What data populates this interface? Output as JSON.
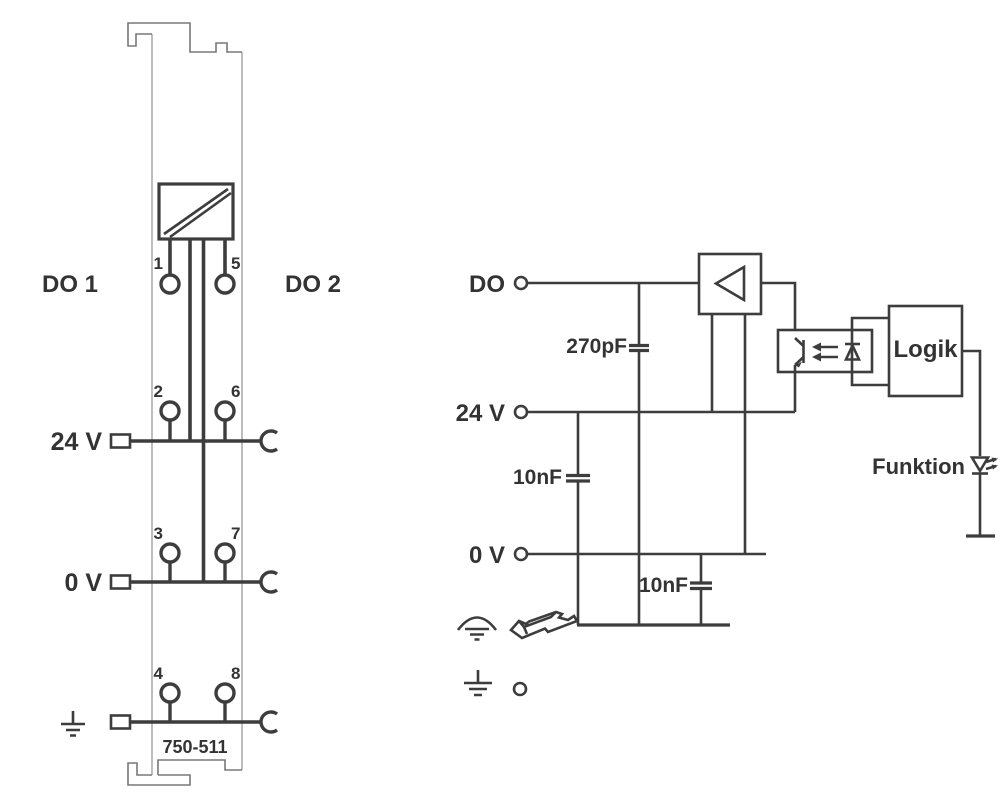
{
  "module": {
    "part_number": "750-511",
    "labels": {
      "do1": "DO 1",
      "do2": "DO 2",
      "v24": "24 V",
      "v0": "0 V"
    },
    "contacts": [
      "1",
      "2",
      "3",
      "4",
      "5",
      "6",
      "7",
      "8"
    ]
  },
  "schematic": {
    "signals": {
      "do": "DO",
      "v24": "24 V",
      "v0": "0 V"
    },
    "capacitors": {
      "c270": "270pF",
      "c10_top": "10nF",
      "c10_bottom": "10nF"
    },
    "logic_label": "Logik",
    "function_label": "Funktion"
  },
  "colors": {
    "line": "#3d3d3d",
    "outline": "#787878",
    "text": "#333333",
    "background": "#ffffff"
  }
}
